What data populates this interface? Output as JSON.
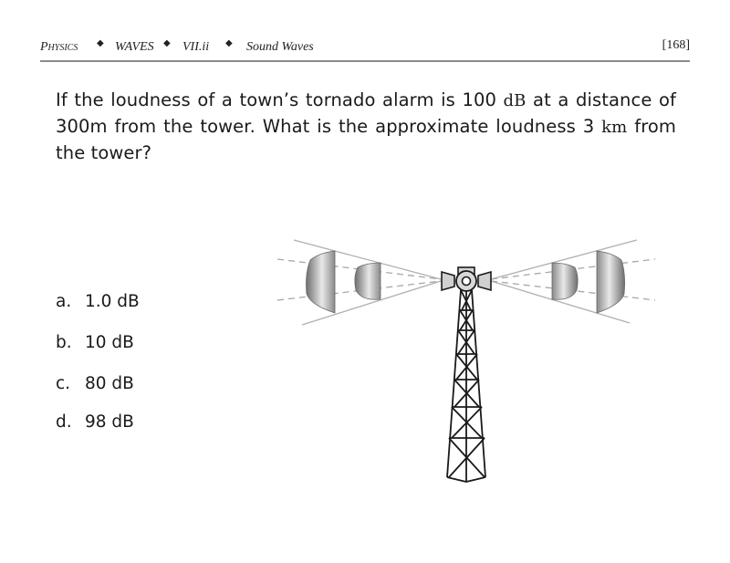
{
  "header": {
    "subject": "Physics",
    "unit": "WAVES",
    "section": "VII.ii",
    "topic": "Sound Waves",
    "bullet": "◆",
    "page_number": "[168]"
  },
  "question": {
    "part1": "If the loudness of a town’s tornado alarm is 100 ",
    "unit1": "dB",
    "part2": " at a distance of 300m from the tower.  What is the approximate loudness 3 ",
    "unit2": "km",
    "part3": " from the tower?"
  },
  "options": [
    {
      "letter": "a.",
      "text": "1.0 dB"
    },
    {
      "letter": "b.",
      "text": "10 dB"
    },
    {
      "letter": "c.",
      "text": "80 dB"
    },
    {
      "letter": "d.",
      "text": "98 dB"
    }
  ],
  "figure": {
    "description": "Tornado siren on lattice tower emitting sound wavefronts left and right",
    "colors": {
      "line": "#1a1a1a",
      "cone": "#b0b0b0",
      "dash": "#a8a8a8",
      "wave_dark": "#7a7a7a",
      "wave_light": "#e6e6e6",
      "horn": "#d0d0d0"
    }
  }
}
